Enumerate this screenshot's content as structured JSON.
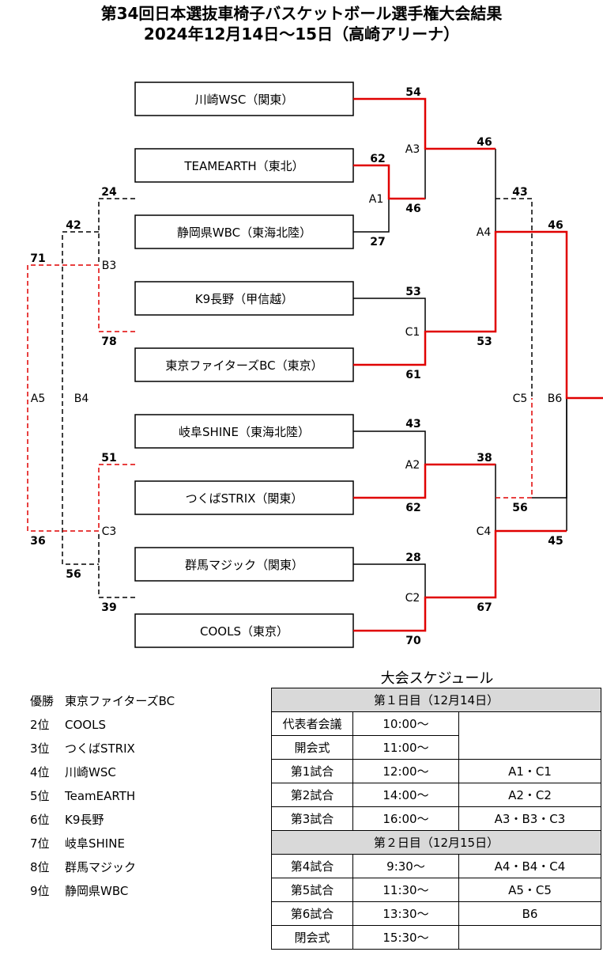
{
  "title": {
    "line1": "第34回日本選抜車椅子バスケットボール選手権大会結果",
    "line2": "2024年12月14日～15日（高崎アリーナ）"
  },
  "teams": [
    "川崎WSC（関東）",
    "TEAMEARTH（東北）",
    "静岡県WBC（東海北陸）",
    "K9長野（甲信越）",
    "東京ファイターズBC（東京）",
    "岐阜SHINE（東海北陸）",
    "つくばSTRIX（関東）",
    "群馬マジック（関東）",
    "COOLS（東京）"
  ],
  "games": [
    {
      "id": "A1",
      "scores": [
        "62",
        "27"
      ]
    },
    {
      "id": "A2",
      "scores": [
        "43",
        "62"
      ]
    },
    {
      "id": "C1",
      "scores": [
        "53",
        "61"
      ]
    },
    {
      "id": "C2",
      "scores": [
        "28",
        "70"
      ]
    },
    {
      "id": "A3",
      "scores": [
        "54",
        "46"
      ]
    },
    {
      "id": "C4",
      "scores": [
        "38",
        "67"
      ]
    },
    {
      "id": "A4",
      "scores": [
        "46",
        "53"
      ]
    },
    {
      "id": "C5",
      "scores": [
        "43",
        "56"
      ]
    },
    {
      "id": "B6",
      "scores": [
        "46",
        "45"
      ]
    },
    {
      "id": "B3",
      "scores": [
        "24",
        "78"
      ]
    },
    {
      "id": "C3",
      "scores": [
        "51",
        "39"
      ]
    },
    {
      "id": "B4",
      "scores": [
        "42",
        "56"
      ]
    },
    {
      "id": "A5",
      "scores": [
        "71",
        "36"
      ]
    }
  ],
  "colors": {
    "winner_line": "#e00000",
    "loser_line": "#000000"
  },
  "standings": [
    {
      "rank": "優勝",
      "team": "東京ファイターズBC"
    },
    {
      "rank": "2位",
      "team": "COOLS"
    },
    {
      "rank": "3位",
      "team": "つくばSTRIX"
    },
    {
      "rank": "4位",
      "team": "川崎WSC"
    },
    {
      "rank": "5位",
      "team": "TeamEARTH"
    },
    {
      "rank": "6位",
      "team": "K9長野"
    },
    {
      "rank": "7位",
      "team": "岐阜SHINE"
    },
    {
      "rank": "8位",
      "team": "群馬マジック"
    },
    {
      "rank": "9位",
      "team": "静岡県WBC"
    }
  ],
  "schedule": {
    "title": "大会スケジュール",
    "day1": "第１日目（12月14日）",
    "day2": "第２日目（12月15日）",
    "rows_day1": [
      {
        "event": "代表者会議",
        "time": "10:00～",
        "games": ""
      },
      {
        "event": "開会式",
        "time": "11:00～",
        "games": ""
      },
      {
        "event": "第1試合",
        "time": "12:00～",
        "games": "A1・C1"
      },
      {
        "event": "第2試合",
        "time": "14:00～",
        "games": "A2・C2"
      },
      {
        "event": "第3試合",
        "time": "16:00～",
        "games": "A3・B3・C3"
      }
    ],
    "rows_day2": [
      {
        "event": "第4試合",
        "time": "9:30～",
        "games": "A4・B4・C4"
      },
      {
        "event": "第5試合",
        "time": "11:30～",
        "games": "A5・C5"
      },
      {
        "event": "第6試合",
        "time": "13:30～",
        "games": "B6"
      },
      {
        "event": "閉会式",
        "time": "15:30～",
        "games": ""
      }
    ]
  }
}
